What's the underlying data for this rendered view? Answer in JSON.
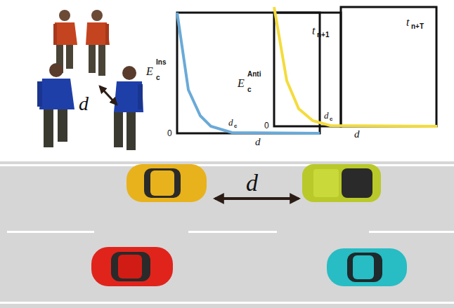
{
  "diagram": {
    "labels": [
      "d",
      "E",
      "c",
      "Ins",
      "0",
      "d",
      "c",
      "d",
      "E",
      "c",
      "Anti",
      "t",
      "n+1",
      "0",
      "d",
      "c",
      "t",
      "n+T",
      "d",
      "d"
    ]
  }
}
